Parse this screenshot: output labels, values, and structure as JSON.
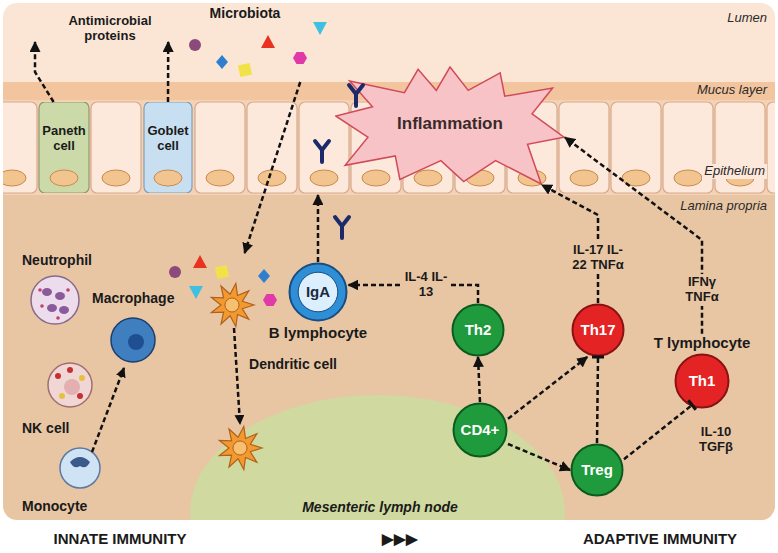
{
  "diagram": {
    "nodes": [
      {
        "text": [
          "Lumen"
        ]
      },
      {
        "text": [
          "Mucus layer"
        ]
      },
      {
        "text": [
          "Epithelium"
        ]
      },
      {
        "text": [
          "Lamina propria"
        ]
      },
      {
        "text": [
          "Paneth cell"
        ],
        "in": 2
      },
      {
        "text": [
          "Goblet cell"
        ],
        "in": 2
      },
      {
        "text": [
          "Inflammation"
        ]
      },
      {
        "text": [
          "IgA",
          "B lymphocyte"
        ],
        "in": 3
      },
      {
        "text": [
          "Mesenteric lymph node"
        ],
        "in": 3
      },
      {
        "text": [
          "CD4+"
        ],
        "in": 8
      },
      {
        "text": [
          "Th2"
        ],
        "in": 3
      },
      {
        "text": [
          "Th17"
        ],
        "in": 3
      },
      {
        "text": [
          "Th1",
          "T lymphocyte"
        ],
        "in": 3
      },
      {
        "text": [
          "Treg"
        ],
        "in": 3
      }
    ],
    "edges": [
      {
        "from": 4,
        "to": 0,
        "arrow": "to"
      },
      {
        "from": 5,
        "to": 0,
        "arrow": "to"
      },
      {
        "from": 0,
        "to": 3,
        "arrow": "to"
      },
      {
        "from": 7,
        "to": 2,
        "arrow": "to"
      },
      {
        "from": 10,
        "to": 7,
        "label": "IL-4 IL-13",
        "arrow": "to"
      },
      {
        "from": 11,
        "to": 6,
        "label": "IL-17 IL-22 TNFα",
        "arrow": "to"
      },
      {
        "from": 12,
        "to": 6,
        "label": "IFNγ TNFα",
        "arrow": "to"
      },
      {
        "from": 9,
        "to": 10,
        "arrow": "to"
      },
      {
        "from": 9,
        "to": 11,
        "arrow": "to"
      },
      {
        "from": 9,
        "to": 13,
        "arrow": "to"
      },
      {
        "from": 13,
        "to": 11,
        "arrow": "to"
      },
      {
        "from": 13,
        "to": 12,
        "label": "IL-10 TGFβ",
        "arrow": "to"
      }
    ],
    "labels": [
      "Antimicrobial proteins",
      "Microbiota",
      "Neutrophil",
      "Macrophage",
      "NK cell",
      "Monocyte",
      "Dendritic cell",
      "INNATE IMMUNITY",
      "▶▶▶",
      "ADAPTIVE IMMUNITY"
    ]
  }
}
